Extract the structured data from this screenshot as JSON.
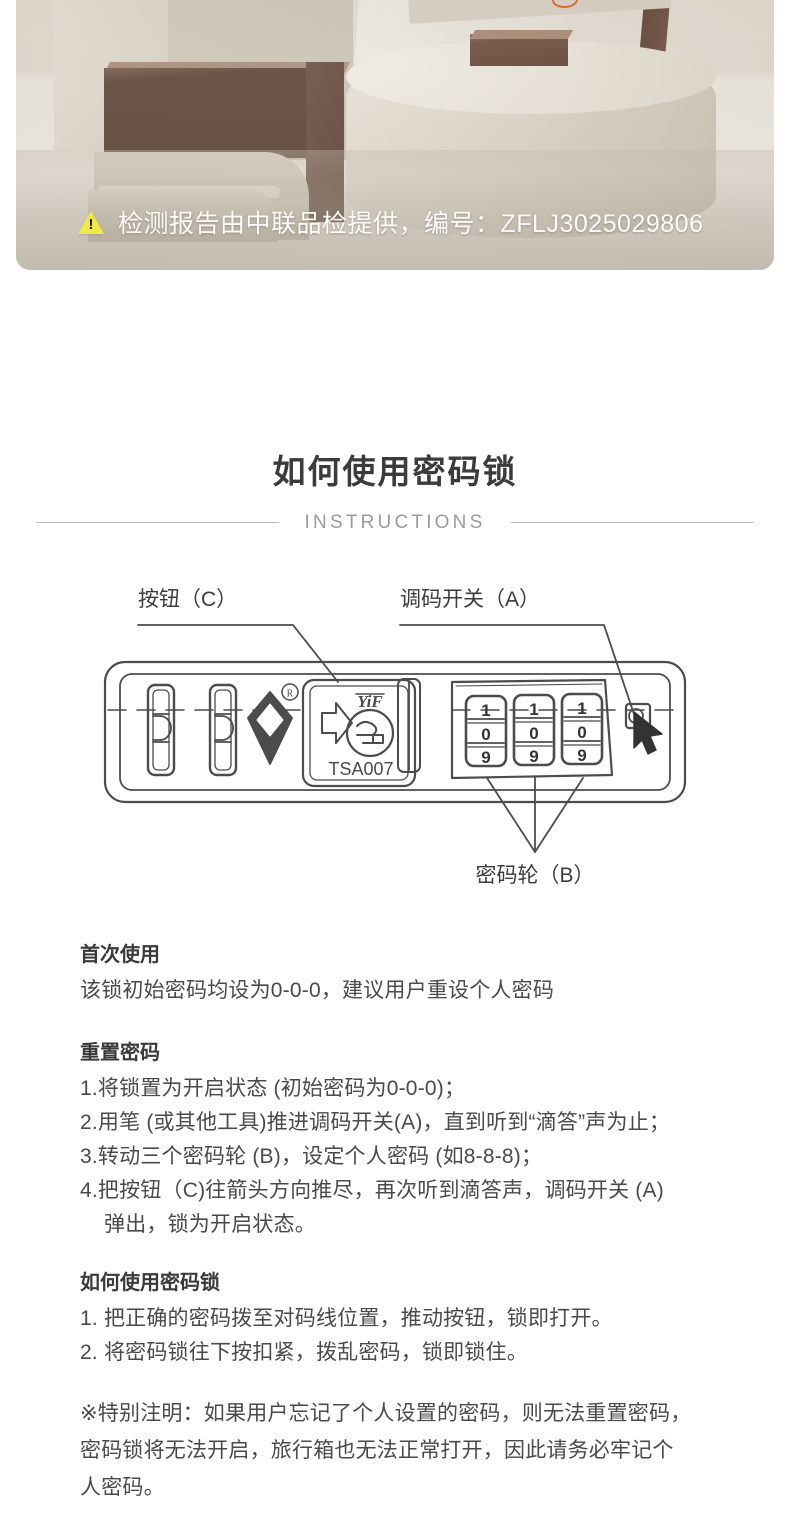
{
  "photo_banner": {
    "warning_icon": "warning-triangle-icon",
    "text": "检测报告由中联品检提供，编号：ZFLJ3025029806",
    "report_code": "ZFLJ3025029806"
  },
  "heading": {
    "title": "如何使用密码锁",
    "subtitle": "INSTRUCTIONS"
  },
  "diagram": {
    "callouts": {
      "button_c": "按钮（C）",
      "switch_a": "调码开关（A）",
      "dials_b": "密码轮（B）"
    },
    "lock": {
      "brand": "YiF",
      "tsa_code": "TSA007",
      "registered_mark": "®",
      "dial_digits_top": "1",
      "dial_digits_mid": "0",
      "dial_digits_bottom": "9",
      "dial_count": 3
    }
  },
  "sections": [
    {
      "title": "首次使用",
      "lines": [
        "该锁初始密码均设为0-0-0，建议用户重设个人密码"
      ]
    },
    {
      "title": "重置密码",
      "lines": [
        "1.将锁置为开启状态 (初始密码为0-0-0)；",
        "2.用笔 (或其他工具)推进调码开关(A)，直到听到“滴答”声为止；",
        "3.转动三个密码轮 (B)，设定个人密码 (如8-8-8)；",
        "4.把按钮（C)往箭头方向推尽，再次听到滴答声，调码开关 (A)",
        "弹出，锁为开启状态。"
      ]
    },
    {
      "title": "如何使用密码锁",
      "lines": [
        "1. 把正确的密码拨至对码线位置，推动按钮，锁即打开。",
        "2. 将密码锁往下按扣紧，拨乱密码，锁即锁住。"
      ]
    }
  ],
  "note": {
    "line1": "※特别注明：如果用户忘记了个人设置的密码，则无法重置密码，",
    "line2": "密码锁将无法开启，旅行箱也无法正常打开，因此请务必牢记个",
    "line3": "人密码。"
  },
  "colors": {
    "heading": "#3b3b3b",
    "body_text": "#4a4a4a",
    "divider": "#bdbdbd",
    "subtitle": "#9b9b9b",
    "warning_yellow": "#f2ea44",
    "diagram_stroke": "#4c4c4c"
  }
}
